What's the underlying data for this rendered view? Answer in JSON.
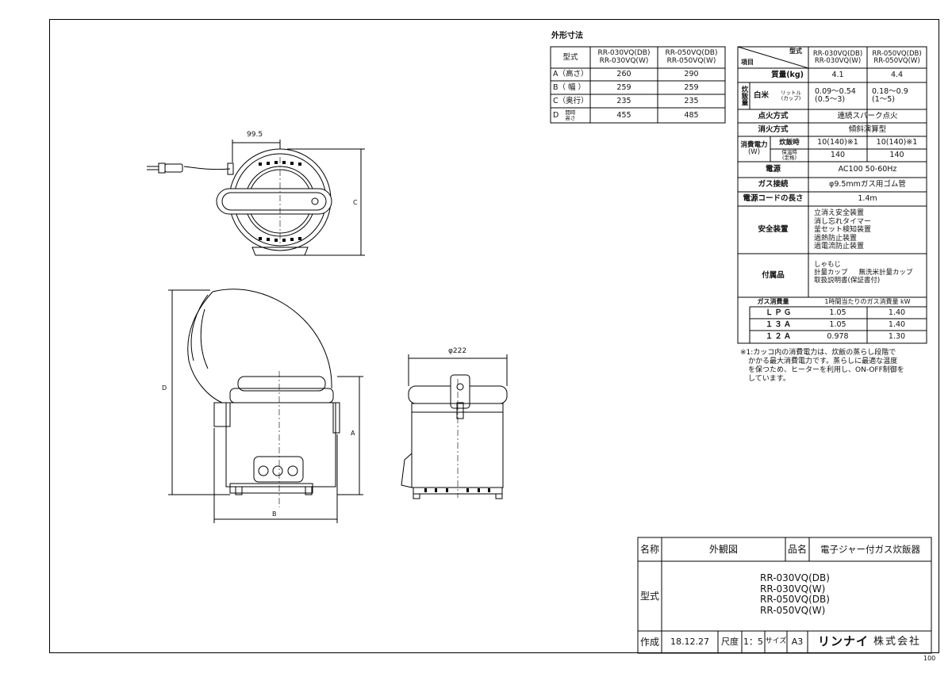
{
  "dims_title": "外形寸法",
  "dims_table": {
    "header": [
      "型式",
      "RR-030VQ(DB)",
      "RR-030VQ(W)",
      "RR-050VQ(DB)",
      "RR-050VQ(W)"
    ],
    "rows": [
      {
        "label": "A（高さ）",
        "v1": "260",
        "v2": "290"
      },
      {
        "label": "B（ 幅 ）",
        "v1": "259",
        "v2": "259"
      },
      {
        "label": "C（奥行）",
        "v1": "235",
        "v2": "235"
      },
      {
        "label": "D",
        "sub1": "開時",
        "sub2": "高さ",
        "v1": "455",
        "v2": "485"
      }
    ]
  },
  "spec": {
    "head_item": "項目",
    "head_model": "型式",
    "m1a": "RR-030VQ(DB)",
    "m1b": "RR-030VQ(W)",
    "m2a": "RR-050VQ(DB)",
    "m2b": "RR-050VQ(W)",
    "mass_label": "質量(kg)",
    "mass1": "4.1",
    "mass2": "4.4",
    "cook_side": "炊飯量",
    "rice_label": "白米",
    "rice_unit1": "リットル",
    "rice_unit2": "(カップ)",
    "rice1a": "0.09〜0.54",
    "rice1b": "(0.5〜3)",
    "rice2a": "0.18〜0.9",
    "rice2b": "(1〜5)",
    "ign_label": "点火方式",
    "ign_val": "連続スパーク点火",
    "ext_label": "消火方式",
    "ext_val": "傾斜演算型",
    "power_label1": "消費電力",
    "power_label2": "(W)",
    "cook_mode": "炊飯時",
    "cook1": "10(140)※1",
    "cook2": "10(140)※1",
    "keep_mode1": "保温時",
    "keep_mode2": "(定格)",
    "keep1": "140",
    "keep2": "140",
    "supply_label": "電源",
    "supply_val": "AC100 50-60Hz",
    "gas_conn_label": "ガス接続",
    "gas_conn_val": "φ9.5mmガス用ゴム管",
    "cord_label": "電源コードの長さ",
    "cord_val": "1.4m",
    "safety_label": "安全装置",
    "safety_items": [
      "立消え安全装置",
      "消し忘れタイマー",
      "釜セット検知装置",
      "過熱防止装置",
      "過電流防止装置"
    ],
    "acc_label": "付属品",
    "acc_line1": "しゃもじ",
    "acc_line2a": "計量カップ",
    "acc_line2b": "無洗米計量カップ",
    "acc_line3": "取扱説明書(保証書付)",
    "gas_use_label": "ガス消費量",
    "gas_use_unit": "1時間当たりのガス消費量 kW",
    "gas_rows": [
      {
        "label": "ＬＰＧ",
        "v1": "1.05",
        "v2": "1.40"
      },
      {
        "label": "１３Ａ",
        "v1": "1.05",
        "v2": "1.40"
      },
      {
        "label": "１２Ａ",
        "v1": "0.978",
        "v2": "1.30"
      }
    ]
  },
  "note_lines": [
    "※1:カッコ内の消費電力は、炊飯の蒸らし段階で",
    "かかる最大消費電力です。蒸らしに最適な温度",
    "を保つため、ヒーターを利用し、ON-OFF制御を",
    "しています。"
  ],
  "drawing": {
    "dim_995": "99.5",
    "label_c": "C",
    "label_d": "D",
    "label_a": "A",
    "label_b": "B",
    "dim_222": "φ222"
  },
  "title_block": {
    "name_label": "名称",
    "name_val": "外観図",
    "product_label": "品名",
    "product_val": "電子ジャー付ガス炊飯器",
    "model_label": "型式",
    "models": [
      "RR-030VQ(DB)",
      "RR-030VQ(W)",
      "RR-050VQ(DB)",
      "RR-050VQ(W)"
    ],
    "made_label": "作成",
    "made_val": "18.12.27",
    "scale_label": "尺度",
    "scale_val": "1：5",
    "size_label": "サイズ",
    "size_val": "A3",
    "logo": "リンナイ",
    "company_suffix": "株式会社"
  },
  "page_number": "100"
}
